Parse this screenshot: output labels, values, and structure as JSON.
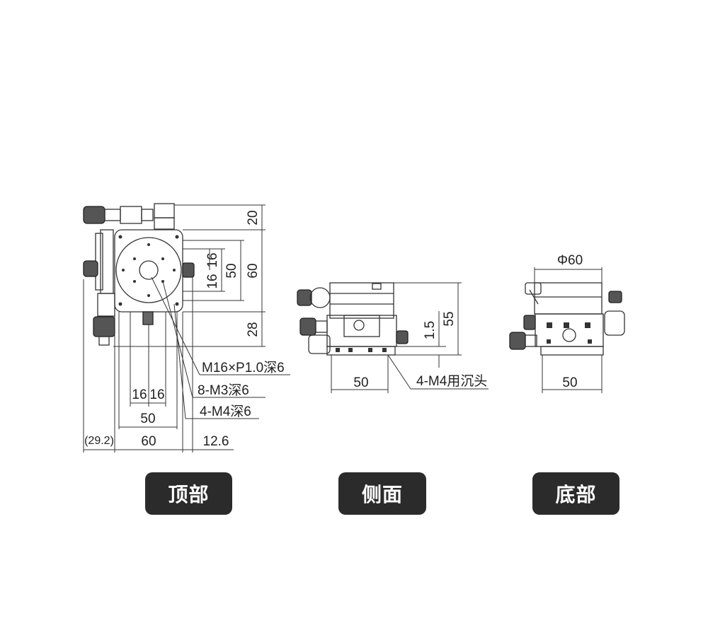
{
  "top_view": {
    "dims": {
      "d20": "20",
      "d16a": "16",
      "d16b": "16",
      "d50v": "50",
      "d60v": "60",
      "d28": "28",
      "d16c": "16",
      "d16d": "16",
      "d50h": "50",
      "d292": "(29.2)",
      "d60h": "60",
      "d126": "12.6"
    },
    "callouts": [
      "M16×P1.0深6",
      "8-M3深6",
      "4-M4深6"
    ]
  },
  "side_view": {
    "dims": {
      "d15": "1.5",
      "d55": "55",
      "d50": "50"
    },
    "callout": "4-M4用沉头"
  },
  "bottom_view": {
    "dims": {
      "phi60": "Φ60",
      "d50": "50"
    }
  },
  "buttons": {
    "top": "顶部",
    "side": "侧面",
    "bottom": "底部"
  },
  "colors": {
    "line": "#333333",
    "button_bg": "#2b2b2b",
    "button_text": "#ffffff"
  }
}
